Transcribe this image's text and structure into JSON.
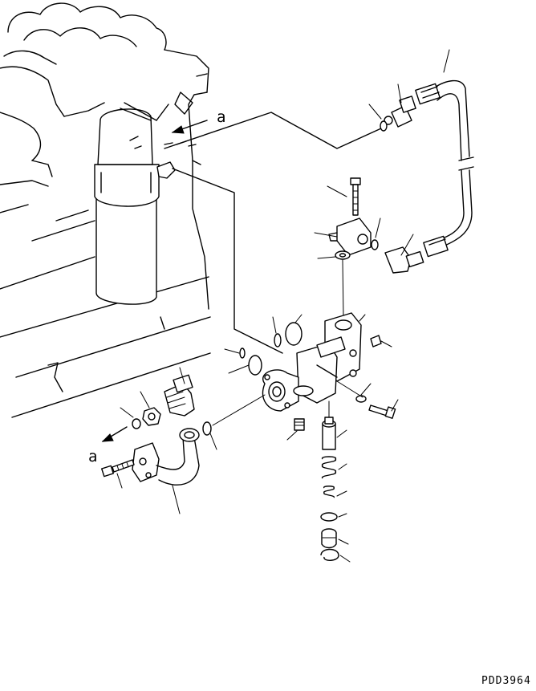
{
  "diagram": {
    "callouts": {
      "a_top": "a",
      "a_bottom": "a"
    },
    "drawing_code": "PDD3964"
  }
}
